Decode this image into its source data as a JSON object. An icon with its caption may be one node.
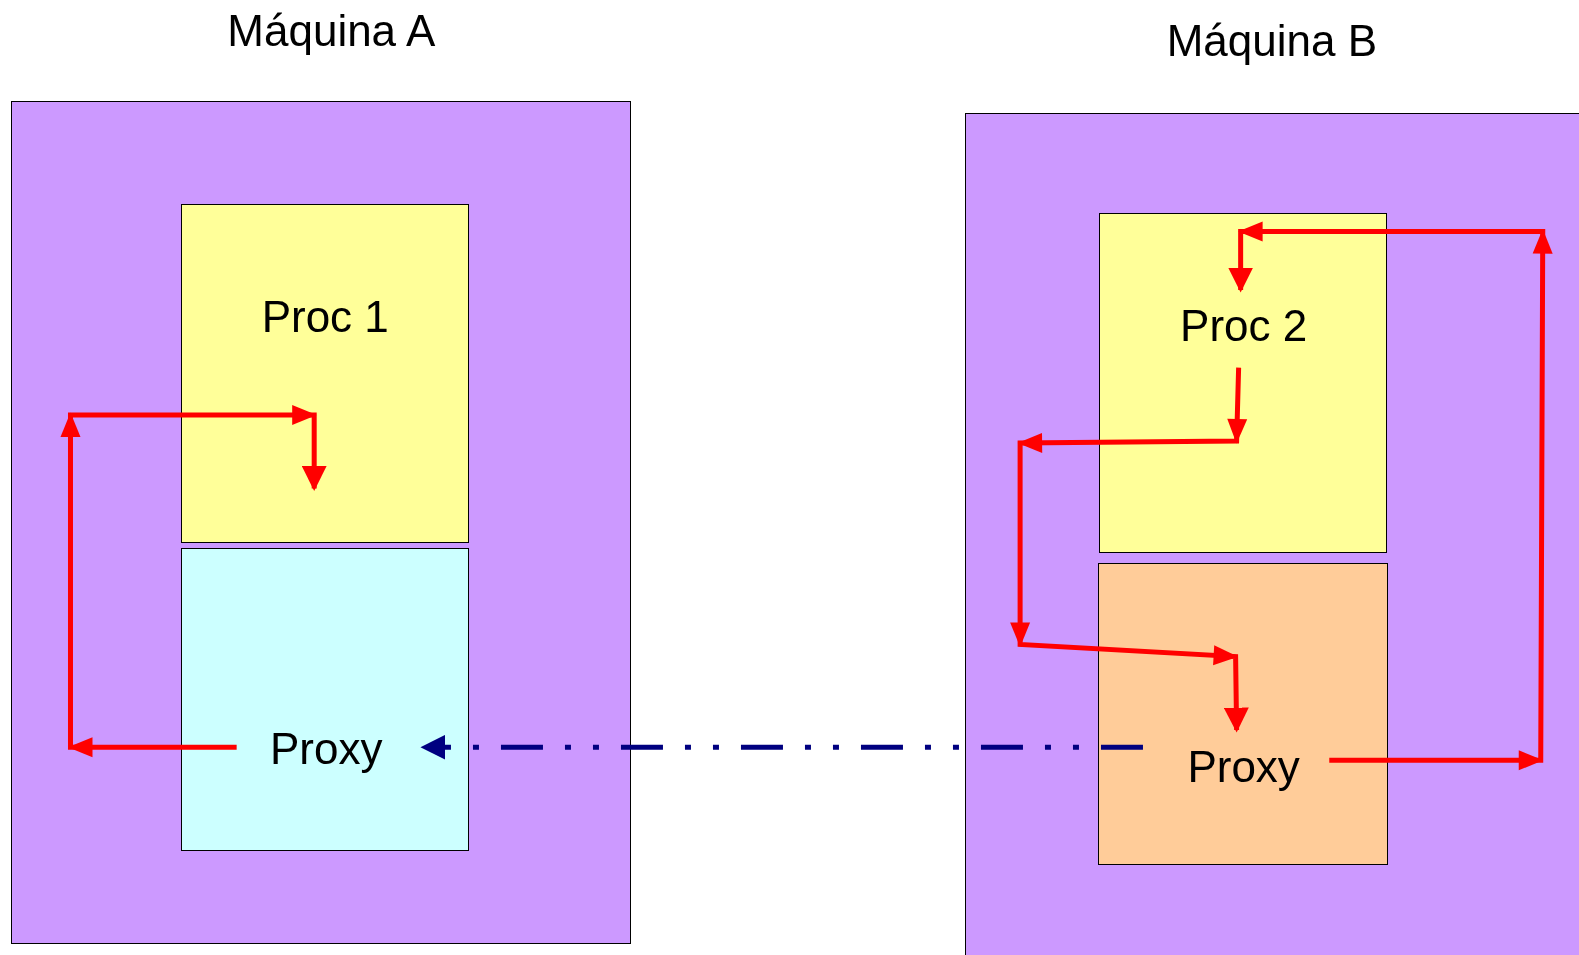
{
  "diagram": {
    "nodes": [
      {
        "text": [
          "Máquina A"
        ]
      },
      {
        "text": [
          "Proc 1"
        ],
        "in": 0
      },
      {
        "text": [
          "Proxy"
        ],
        "in": 0
      },
      {
        "text": [
          "Máquina B"
        ]
      },
      {
        "text": [
          "Proc 2"
        ],
        "in": 3
      },
      {
        "text": [
          "Proxy"
        ],
        "in": 3
      }
    ],
    "edges": [
      {
        "from": 2,
        "to": 1,
        "arrow": "to"
      },
      {
        "from": 4,
        "to": 5,
        "arrow": "to"
      },
      {
        "from": 5,
        "to": 4,
        "arrow": "to"
      },
      {
        "from": 5,
        "to": 2,
        "arrow": "to",
        "style": "dashed",
        "color": "#000080"
      }
    ]
  }
}
